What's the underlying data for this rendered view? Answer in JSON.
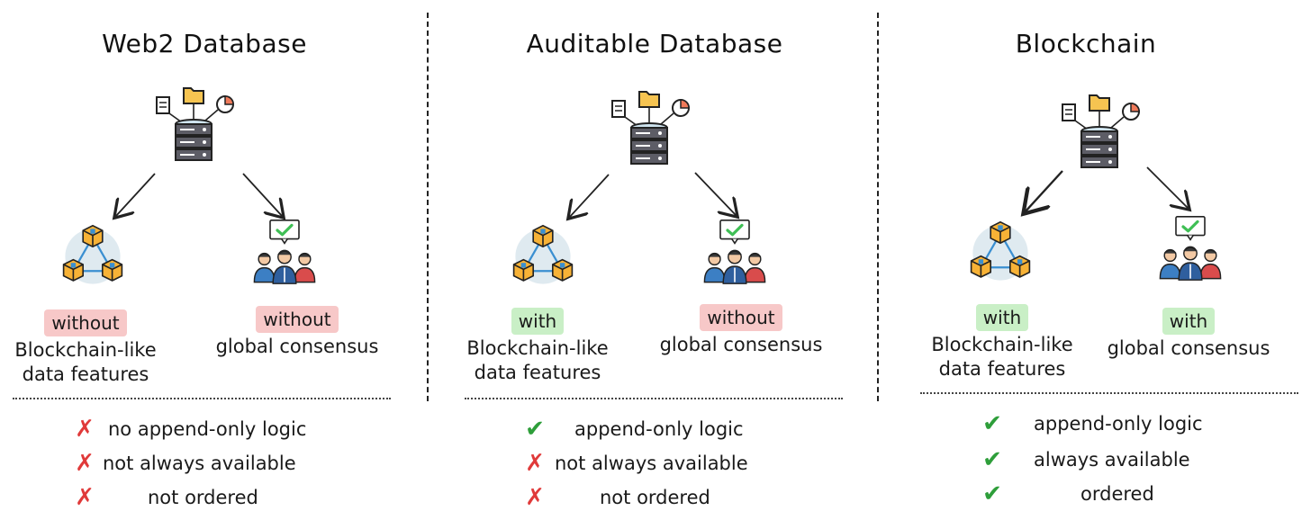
{
  "panels": [
    {
      "title": "Web2 Database",
      "left": {
        "badge": "without",
        "badge_type": "neg",
        "line1": "Blockchain-like",
        "line2": "data features"
      },
      "right": {
        "badge": "without",
        "badge_type": "neg",
        "line1": "global consensus",
        "line2": ""
      },
      "props": [
        {
          "mark": "✗",
          "type": "x",
          "text": "no append-only logic"
        },
        {
          "mark": "✗",
          "type": "x",
          "text": "not always available"
        },
        {
          "mark": "✗",
          "type": "x",
          "text": "not ordered"
        }
      ]
    },
    {
      "title": "Auditable Database",
      "left": {
        "badge": "with",
        "badge_type": "pos",
        "line1": "Blockchain-like",
        "line2": "data features"
      },
      "right": {
        "badge": "without",
        "badge_type": "neg",
        "line1": "global consensus",
        "line2": ""
      },
      "props": [
        {
          "mark": "✔",
          "type": "ok",
          "text": "append-only logic"
        },
        {
          "mark": "✗",
          "type": "x",
          "text": "not always available"
        },
        {
          "mark": "✗",
          "type": "x",
          "text": "not ordered"
        }
      ]
    },
    {
      "title": "Blockchain",
      "left": {
        "badge": "with",
        "badge_type": "pos",
        "line1": "Blockchain-like",
        "line2": "data features"
      },
      "right": {
        "badge": "with",
        "badge_type": "pos",
        "line1": "global consensus",
        "line2": ""
      },
      "props": [
        {
          "mark": "✔",
          "type": "ok",
          "text": "append-only logic"
        },
        {
          "mark": "✔",
          "type": "ok",
          "text": "always available"
        },
        {
          "mark": "✔",
          "type": "ok",
          "text": "ordered"
        }
      ]
    }
  ],
  "icons": {
    "database": "database-icon",
    "blocks": "blockchain-network-icon",
    "consensus": "group-consensus-icon"
  },
  "colors": {
    "negative_badge": "#f7c8c8",
    "positive_badge": "#c9efc6",
    "cross": "#e03a3a",
    "check": "#2e9e3a"
  }
}
